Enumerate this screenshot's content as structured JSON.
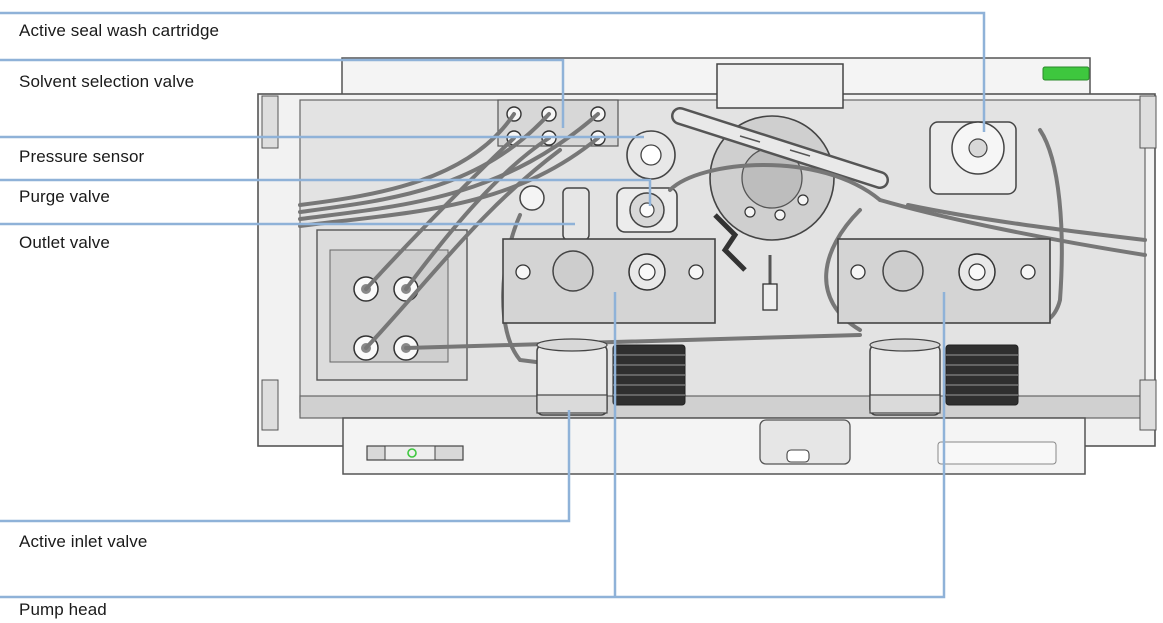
{
  "callouts": {
    "active_seal_wash_cartridge": "Active seal wash cartridge",
    "solvent_selection_valve": "Solvent selection valve",
    "pressure_sensor": "Pressure sensor",
    "purge_valve": "Purge valve",
    "outlet_valve": "Outlet valve",
    "active_inlet_valve": "Active inlet valve",
    "pump_head": "Pump head"
  },
  "colors": {
    "leader_line": "#8fb2d8",
    "status_led": "#3ec73e",
    "device_outline": "#555555",
    "device_fill": "#f0f0f0",
    "panel_fill": "#d9d9d9"
  },
  "icons": {
    "power_button": "power-icon"
  }
}
